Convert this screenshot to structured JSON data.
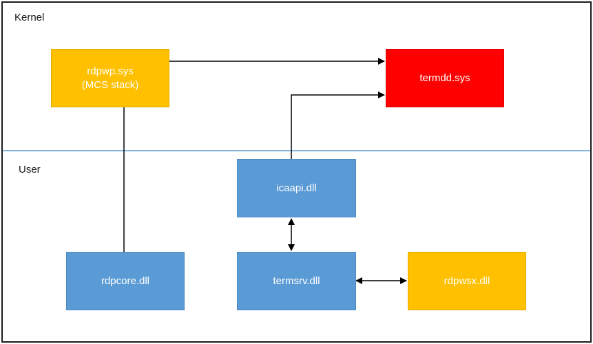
{
  "regions": {
    "kernel_label": "Kernel",
    "user_label": "User"
  },
  "components": {
    "rdpwp": {
      "line1": "rdpwp.sys",
      "line2": "(MCS stack)",
      "color": "#ffc000"
    },
    "termdd": {
      "label": "termdd.sys",
      "color": "#ff0000"
    },
    "icaapi": {
      "label": "icaapi.dll",
      "color": "#5b9bd5"
    },
    "rdpcore": {
      "label": "rdpcore.dll",
      "color": "#5b9bd5"
    },
    "termsrv": {
      "label": "termsrv.dll",
      "color": "#5b9bd5"
    },
    "rdpwsx": {
      "label": "rdpwsx.dll",
      "color": "#ffc000"
    }
  },
  "colors": {
    "divider": "#5b9bd5",
    "connector": "#000000",
    "frame": "#1a1a1a"
  }
}
